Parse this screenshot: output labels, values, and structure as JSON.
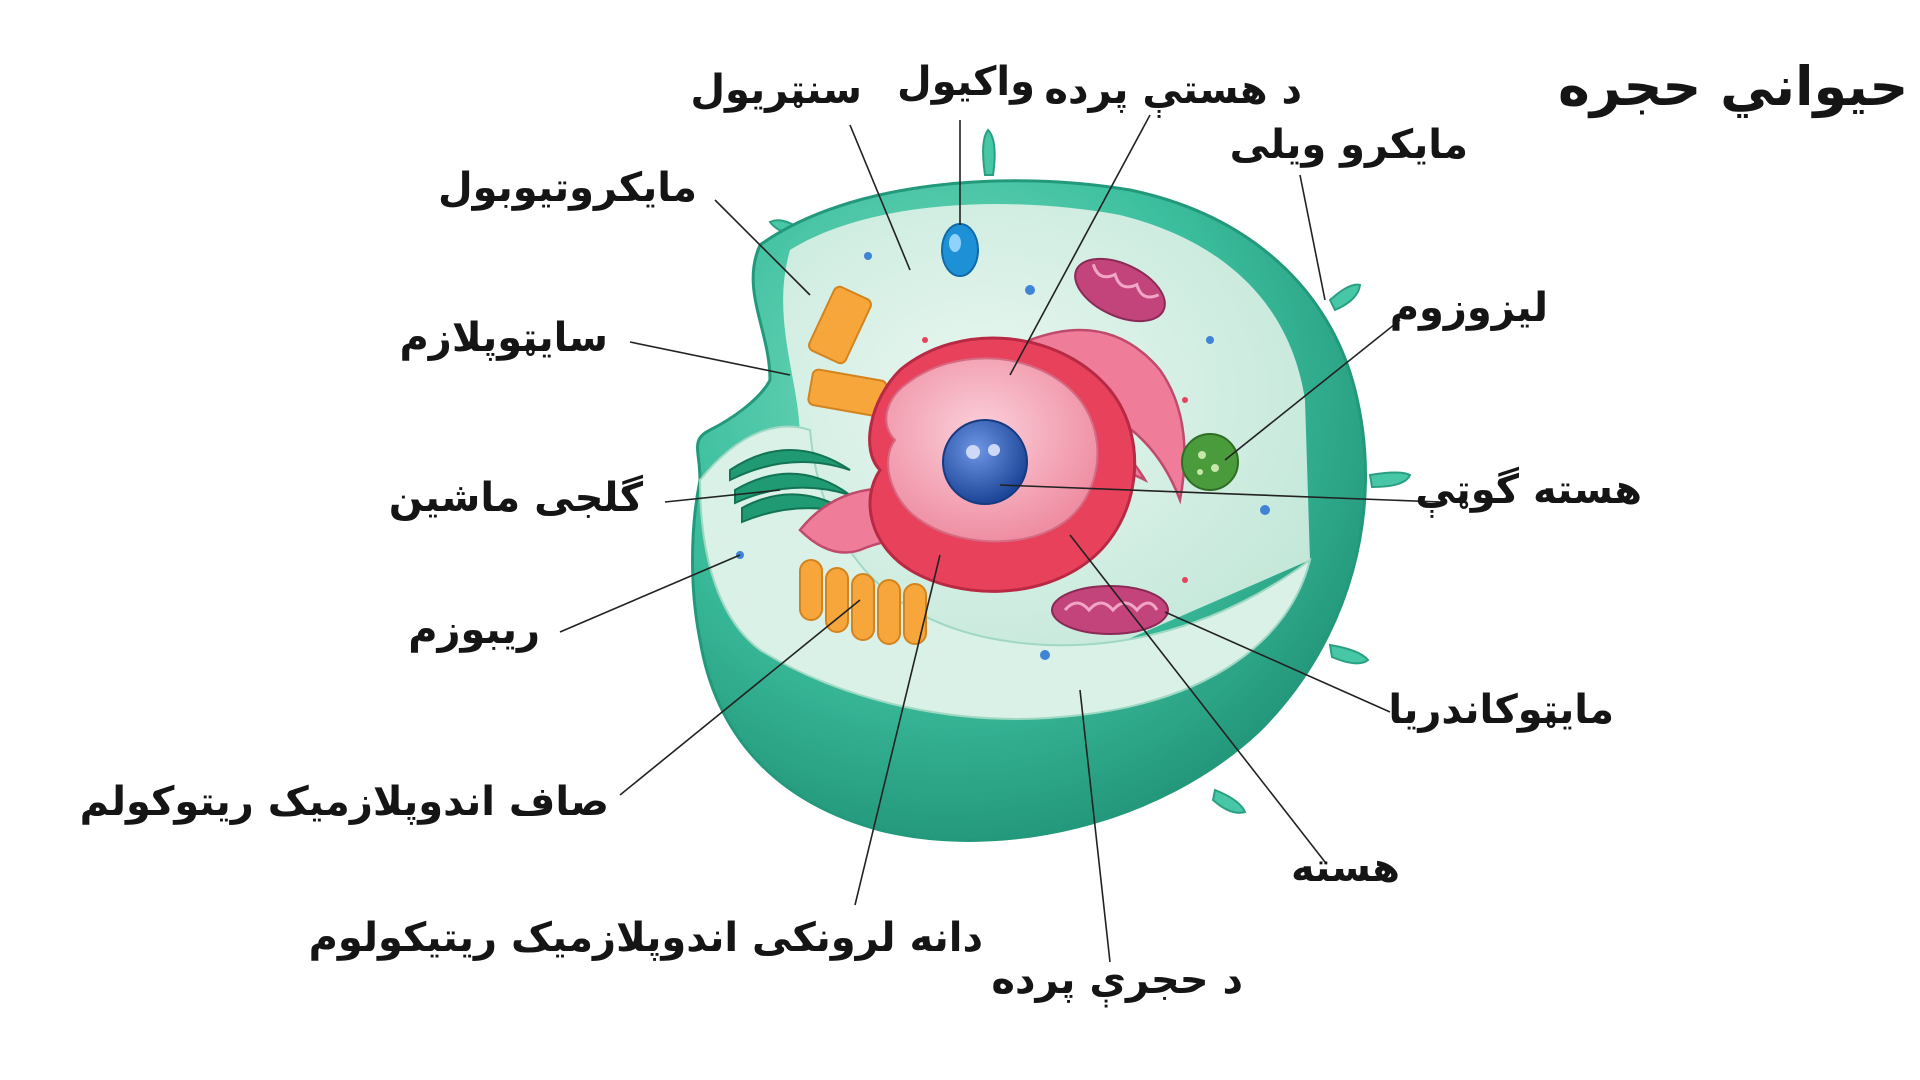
{
  "title": "حيواني حجره",
  "labels": {
    "centriole": "سنټريول",
    "vacuole": "واکيول",
    "nuclear_membrane": "د هستې پرده",
    "microvilli": "مايکرو ويلی",
    "microtubule": "مايکروتيوبول",
    "cytoplasm": "سايټوپلازم",
    "lysosome": "ليزوزوم",
    "golgi": "گلجی ماشين",
    "nucleolus": "هسته گوټې",
    "ribosome": "ريبوزم",
    "mitochondria": "مايټوکاندريا",
    "smooth_er": "صاف اندوپلازميک ريتوکولم",
    "nucleus": "هسته",
    "rough_er": "دانه لرونکی اندوپلازميک ريتيکولوم",
    "cell_membrane": "د حجرې پرده"
  },
  "colors": {
    "membrane": "#3cbf9e",
    "cytoplasm": "#cfeadf",
    "nucleus": "#e8415b",
    "nucleoplasm": "#f4a5b4",
    "nucleolus": "#2f5fb8",
    "er": "#ec6f8c",
    "golgi": "#1f9a72",
    "mitochondria": "#c2447a",
    "centriole": "#f4a531",
    "lysosome": "#4a9b3b"
  }
}
